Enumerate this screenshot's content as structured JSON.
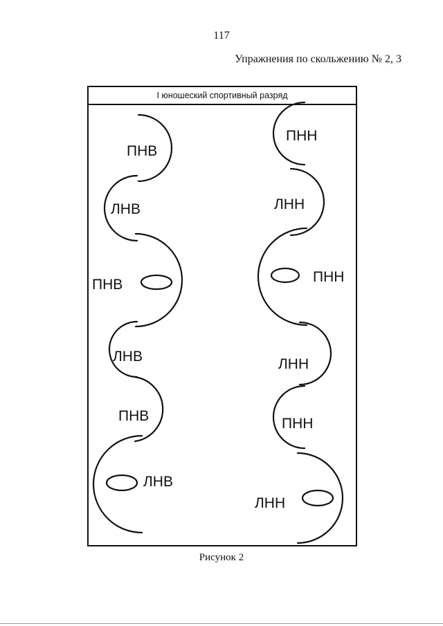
{
  "page": {
    "number": "117",
    "header": "Упражнения по скольжению № 2, 3",
    "caption": "Рисунок 2"
  },
  "figure": {
    "title": "I юношеский спортивный разряд",
    "left_column": [
      {
        "label": "ПНВ",
        "loop": false
      },
      {
        "label": "ЛНВ",
        "loop": false
      },
      {
        "label": "ПНВ",
        "loop": true
      },
      {
        "label": "ЛНВ",
        "loop": false
      },
      {
        "label": "ПНВ",
        "loop": false
      },
      {
        "label": "ЛНВ",
        "loop": true
      }
    ],
    "right_column": [
      {
        "label": "ПНН",
        "loop": false
      },
      {
        "label": "ЛНН",
        "loop": false
      },
      {
        "label": "ПНН",
        "loop": true
      },
      {
        "label": "ЛНН",
        "loop": false
      },
      {
        "label": "ПНН",
        "loop": false
      },
      {
        "label": "ЛНН",
        "loop": true
      }
    ]
  },
  "colors": {
    "ink": "#111111",
    "paper": "#ffffff"
  }
}
